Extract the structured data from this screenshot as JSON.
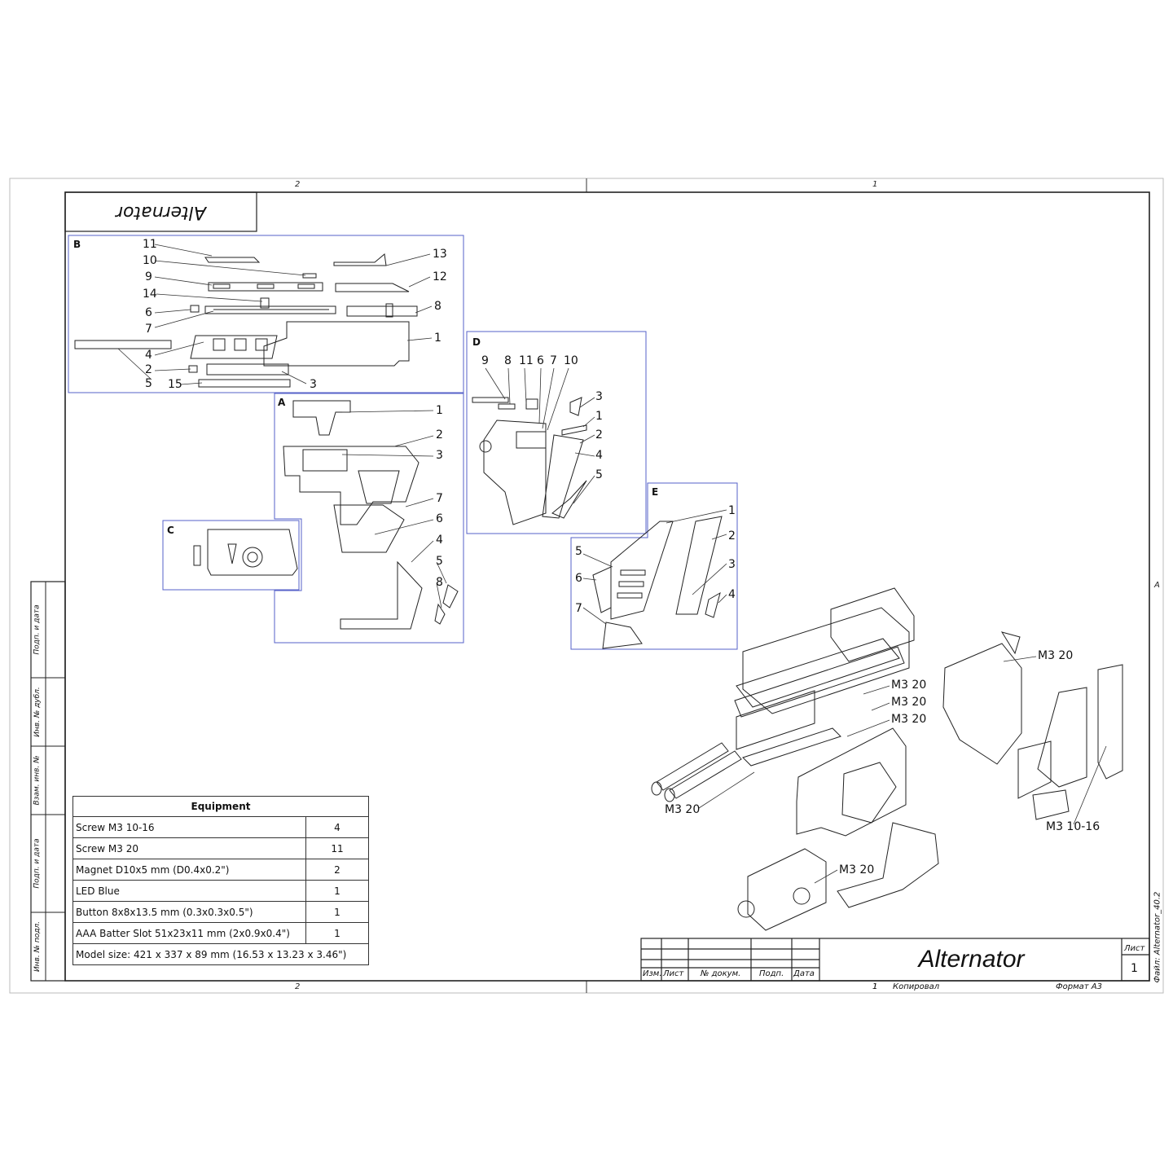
{
  "drawing": {
    "title_rotated": "Alternator",
    "zone_labels": [
      "2",
      "1",
      "2",
      "1",
      "A"
    ],
    "side_stamps": [
      "Подп. и дата",
      "Инв. № дубл.",
      "Взам. инв. №",
      "Подп. и дата",
      "Инв. № подл."
    ]
  },
  "panels": {
    "B": {
      "letter": "B",
      "callouts": [
        "11",
        "10",
        "9",
        "14",
        "6",
        "7",
        "4",
        "5",
        "2",
        "15",
        "13",
        "12",
        "8",
        "1",
        "3"
      ]
    },
    "A": {
      "letter": "A",
      "callouts": [
        "1",
        "2",
        "3",
        "7",
        "6",
        "4",
        "5",
        "8"
      ]
    },
    "C": {
      "letter": "C"
    },
    "D": {
      "letter": "D",
      "callouts": [
        "9",
        "8",
        "11",
        "6",
        "7",
        "10",
        "3",
        "1",
        "2",
        "4",
        "5"
      ]
    },
    "E": {
      "letter": "E",
      "callouts": [
        "1",
        "2",
        "3",
        "4",
        "5",
        "6",
        "7"
      ]
    }
  },
  "assembly": {
    "screw_labels": [
      "M3 20",
      "M3 20",
      "M3 20",
      "M3 20",
      "M3 20",
      "M3 20",
      "M3 10-16"
    ]
  },
  "equipment": {
    "header": "Equipment",
    "rows": [
      {
        "item": "Screw M3 10-16",
        "qty": "4"
      },
      {
        "item": "Screw M3 20",
        "qty": "11"
      },
      {
        "item": "Magnet D10x5 mm (D0.4x0.2\")",
        "qty": "2"
      },
      {
        "item": "LED Blue",
        "qty": "1"
      },
      {
        "item": "Button 8x8x13.5 mm (0.3x0.3x0.5\")",
        "qty": "1"
      },
      {
        "item": "AAA Batter Slot 51x23x11 mm (2x0.9x0.4\")",
        "qty": "1"
      }
    ],
    "footer": "Model size: 421 x 337 x 89 mm (16.53 x 13.23 x 3.46\")"
  },
  "title_block": {
    "name": "Alternator",
    "cols": [
      "Изм.",
      "Лист",
      "№ докум.",
      "Подп.",
      "Дата"
    ],
    "sheet_label": "Лист",
    "sheet_num": "1",
    "bottom_num": "1",
    "copied": "Копировал",
    "format": "Формат А3",
    "file": "Файл: Alternator_40.2"
  }
}
